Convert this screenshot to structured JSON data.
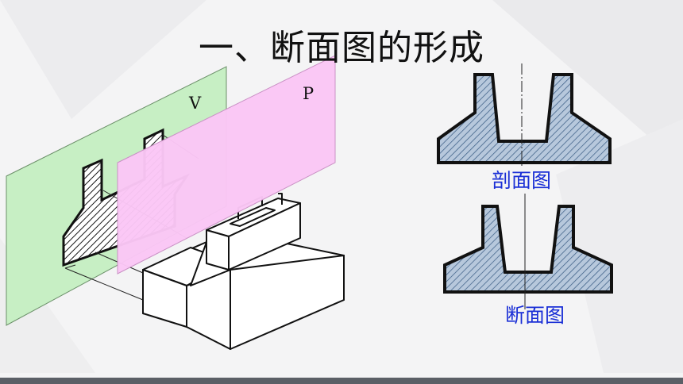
{
  "slide": {
    "title": "一、断面图的形成",
    "plane_v_label": "V",
    "plane_p_label": "P",
    "section_view_caption": "剖面图",
    "cross_section_caption": "断面图"
  },
  "colors": {
    "plane_v": "#c7efc4",
    "plane_p": "#fbc7f6",
    "hatch_fill": "#b7c8dc",
    "caption_blue": "#1a2fd6",
    "bottom_bar": "#5b5f66"
  }
}
